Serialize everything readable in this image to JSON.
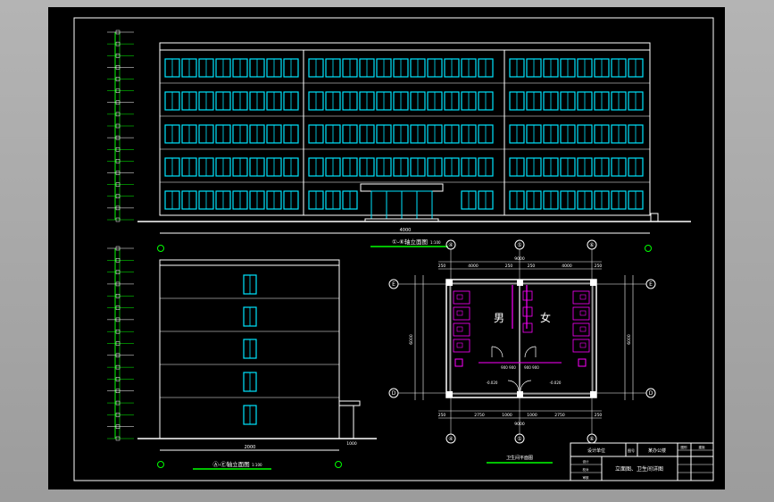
{
  "drawing": {
    "front_elevation_title": "①-⑥轴立面图",
    "side_elevation_title": "Ⓐ-Ⓔ轴立面图",
    "scale_note": "1:100",
    "front_total_dim": "4000",
    "side_total_dim": "2000",
    "side_canopy_dim": "1000",
    "toilet_plan_title": "卫生间平面图",
    "toilet_labels": {
      "male": "男",
      "female": "女"
    },
    "axis_top": [
      "④",
      "⑤",
      "⑥"
    ],
    "axis_left": [
      "E",
      "D"
    ],
    "plan_dims_top": [
      "250",
      "4000",
      "250",
      "250",
      "4000",
      "250"
    ],
    "plan_dims_top_total": "9000",
    "plan_dims_bottom": [
      "250",
      "2750",
      "1000",
      "1000",
      "2750",
      "250"
    ],
    "plan_dims_bottom_total": "9000",
    "plan_dims_side": [
      "6000"
    ],
    "plan_inner_dims": [
      "900",
      "900",
      "900",
      "900"
    ],
    "plan_level": "-0.020",
    "title_block": {
      "cells": [
        "设计单位",
        "图号",
        "某办公楼",
        "设计",
        "校对",
        "审核",
        "图别",
        "建施"
      ],
      "drawing_name": "立面图、卫生间详图"
    }
  }
}
